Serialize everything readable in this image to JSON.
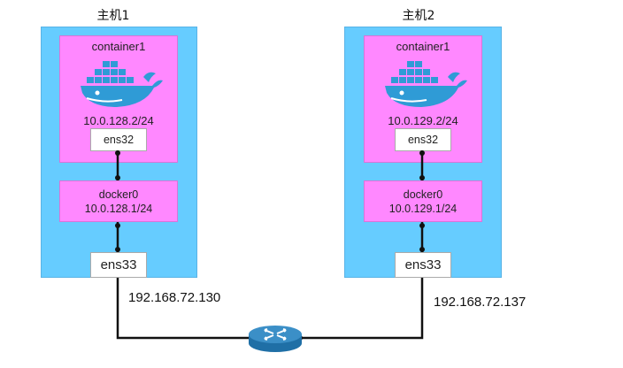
{
  "hosts": [
    {
      "title": "主机1",
      "container": {
        "name": "container1",
        "ip": "10.0.128.2/24",
        "iface": "ens32"
      },
      "bridge": {
        "name": "docker0",
        "ip": "10.0.128.1/24"
      },
      "nic": {
        "name": "ens33",
        "ip": "192.168.72.130"
      }
    },
    {
      "title": "主机2",
      "container": {
        "name": "container1",
        "ip": "10.0.129.2/24",
        "iface": "ens32"
      },
      "bridge": {
        "name": "docker0",
        "ip": "10.0.129.1/24"
      },
      "nic": {
        "name": "ens33",
        "ip": "192.168.72.137"
      }
    }
  ],
  "colors": {
    "host_fill": "#66ccff",
    "container_fill": "#ff88ff",
    "router": "#3b8fc7",
    "whale": "#2f9bd6"
  },
  "icons": {
    "whale": "docker-whale-icon",
    "router": "router-icon"
  }
}
